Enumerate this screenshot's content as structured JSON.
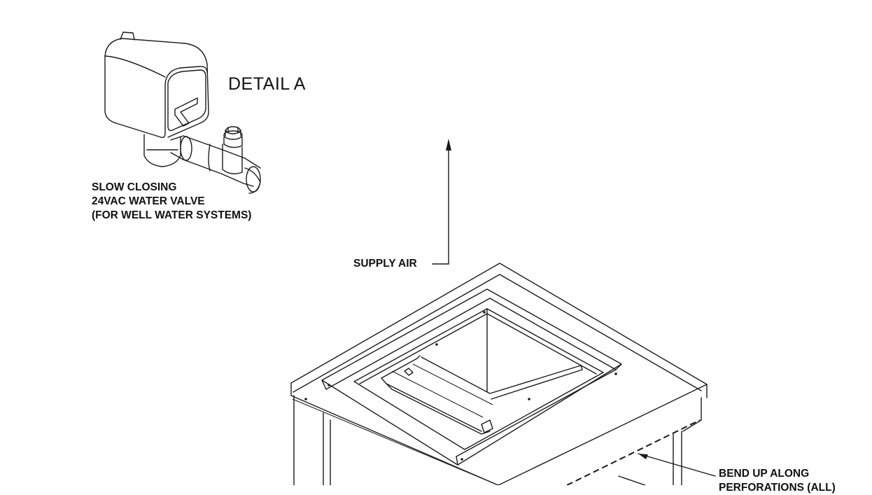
{
  "detail_title": "DETAIL  A",
  "valve_caption": [
    "SLOW CLOSING",
    "24VAC WATER VALVE",
    "(FOR WELL WATER SYSTEMS)"
  ],
  "supply_air_label": "SUPPLY AIR",
  "bend_label": [
    "BEND UP ALONG",
    "PERFORATIONS (ALL)"
  ],
  "line_color": "#1a1a1a",
  "background_color": "#ffffff"
}
